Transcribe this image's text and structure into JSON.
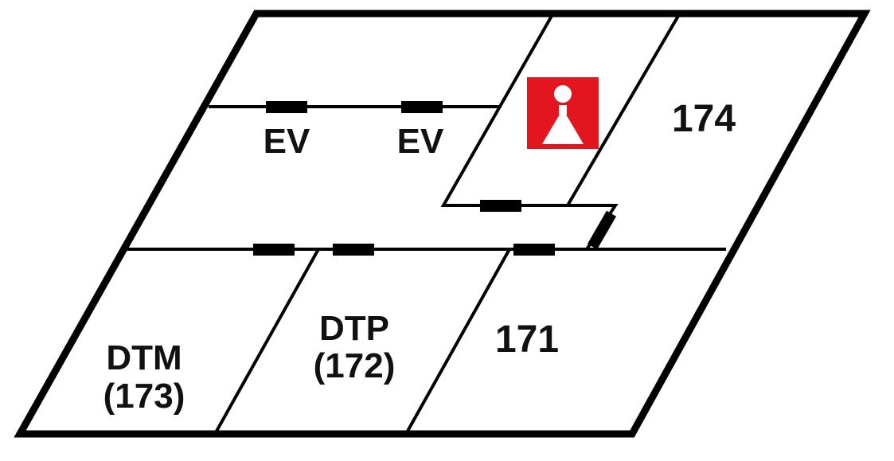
{
  "map": {
    "rooms": {
      "ev_left": "EV",
      "ev_right": "EV",
      "room_174": "174",
      "room_171": "171",
      "dtm_name": "DTM",
      "dtm_number": "(173)",
      "dtp_name": "DTP",
      "dtp_number": "(172)"
    },
    "icons": {
      "restroom": "womens-restroom-icon"
    },
    "colors": {
      "walls": "#000000",
      "floor": "#ffffff",
      "restroom_sign": "#e3151e",
      "restroom_figure": "#ffffff"
    }
  }
}
